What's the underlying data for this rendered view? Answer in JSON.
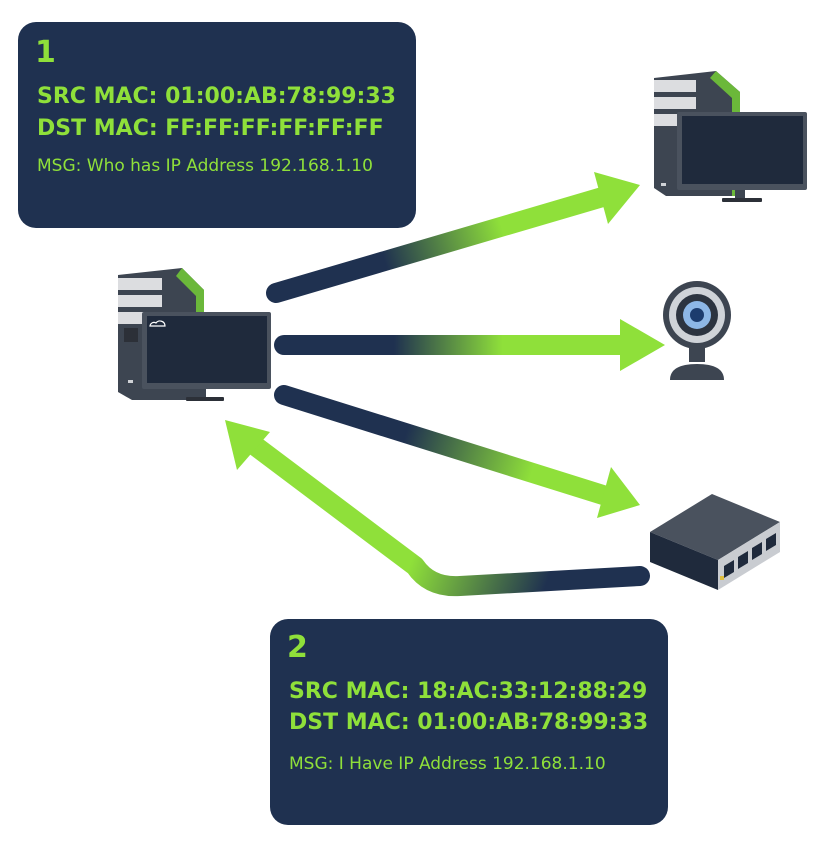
{
  "colors": {
    "box_background": "#1f3150",
    "accent_green": "#8fe03a",
    "arrow_dark": "#1f3150"
  },
  "messages": [
    {
      "step": "1",
      "src_mac": "SRC MAC: 01:00:AB:78:99:33",
      "dst_mac": "DST MAC: FF:FF:FF:FF:FF:FF",
      "msg": "MSG: Who has IP Address 192.168.1.10"
    },
    {
      "step": "2",
      "src_mac": "SRC MAC: 18:AC:33:12:88:29",
      "dst_mac": "DST MAC: 01:00:AB:78:99:33",
      "msg": "MSG: I Have IP Address 192.168.1.10"
    }
  ],
  "devices": {
    "sender": "desktop-computer-icon",
    "receivers": [
      "desktop-computer-icon",
      "webcam-icon",
      "network-switch-icon"
    ]
  }
}
